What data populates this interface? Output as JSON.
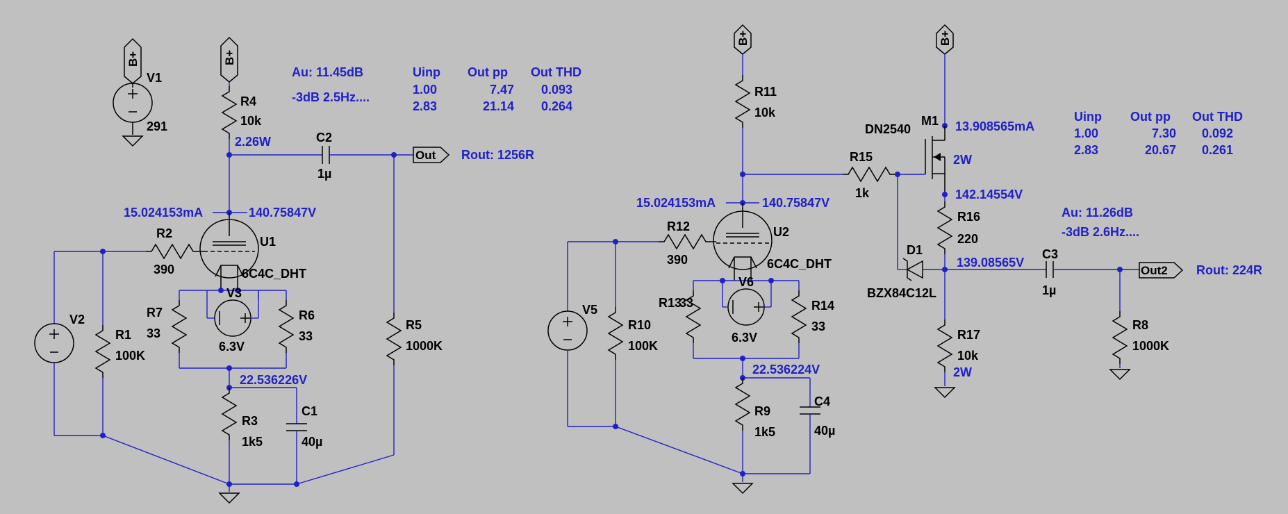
{
  "stage1": {
    "v1": {
      "name": "V1",
      "value": "291",
      "supply": "B+"
    },
    "r4": {
      "name": "R4",
      "value": "10k",
      "power": "2.26W",
      "supply": "B+"
    },
    "c2": {
      "name": "C2",
      "value": "1µ"
    },
    "out": {
      "label": "Out",
      "rout": "Rout: 1256R"
    },
    "anode_current": "15.024153mA",
    "anode_voltage": "140.75847V",
    "r2": {
      "name": "R2",
      "value": "390"
    },
    "u1": {
      "name": "U1",
      "model": "6C4C_DHT"
    },
    "v3": {
      "name": "V3",
      "value": "6.3V"
    },
    "r7": {
      "name": "R7",
      "value": "33"
    },
    "r6": {
      "name": "R6",
      "value": "33"
    },
    "v2": {
      "name": "V2"
    },
    "r1": {
      "name": "R1",
      "value": "100K"
    },
    "r5": {
      "name": "R5",
      "value": "1000K"
    },
    "cathode_voltage": "22.536226V",
    "r3": {
      "name": "R3",
      "value": "1k5"
    },
    "c1": {
      "name": "C1",
      "value": "40µ"
    },
    "gain": {
      "au": "Au: 11.45dB",
      "bw": "-3dB 2.5Hz...."
    },
    "table": {
      "headers": [
        "Uinp",
        "Out pp",
        "Out THD"
      ],
      "rows": [
        [
          "1.00",
          "7.47",
          "0.093"
        ],
        [
          "2.83",
          "21.14",
          "0.264"
        ]
      ]
    }
  },
  "stage2": {
    "r11": {
      "name": "R11",
      "value": "10k",
      "supply": "B+"
    },
    "anode_current": "15.024153mA",
    "anode_voltage": "140.75847V",
    "r12": {
      "name": "R12",
      "value": "390"
    },
    "u2": {
      "name": "U2",
      "model": "6C4C_DHT"
    },
    "v6": {
      "name": "V6",
      "value": "6.3V"
    },
    "r13": {
      "name": "R13",
      "value": "33"
    },
    "r14": {
      "name": "R14",
      "value": "33"
    },
    "v5": {
      "name": "V5"
    },
    "r10": {
      "name": "R10",
      "value": "100K"
    },
    "cathode_voltage": "22.536224V",
    "r9": {
      "name": "R9",
      "value": "1k5"
    },
    "c4": {
      "name": "C4",
      "value": "40µ"
    },
    "r15": {
      "name": "R15",
      "value": "1k"
    },
    "m1": {
      "name": "M1",
      "model": "DN2540",
      "power": "2W",
      "current": "13.908565mA",
      "supply": "B+"
    },
    "source_voltage": "142.14554V",
    "r16": {
      "name": "R16",
      "value": "220"
    },
    "d1": {
      "name": "D1",
      "model": "BZX84C12L"
    },
    "out_node_voltage": "139.08565V",
    "r17": {
      "name": "R17",
      "value": "10k",
      "power": "2W"
    },
    "c3": {
      "name": "C3",
      "value": "1µ"
    },
    "out": {
      "label": "Out2",
      "rout": "Rout: 224R"
    },
    "r8": {
      "name": "R8",
      "value": "1000K"
    },
    "gain": {
      "au": "Au: 11.26dB",
      "bw": "-3dB 2.6Hz...."
    },
    "table": {
      "headers": [
        "Uinp",
        "Out pp",
        "Out THD"
      ],
      "rows": [
        [
          "1.00",
          "7.30",
          "0.092"
        ],
        [
          "2.83",
          "20.67",
          "0.261"
        ]
      ]
    }
  },
  "colors": {
    "background": "#c0c0c0",
    "wire": "#2020c8",
    "component": "#000000"
  },
  "icons": [
    "voltage-source-icon",
    "resistor-icon",
    "capacitor-icon",
    "triode-icon",
    "mosfet-icon",
    "zener-diode-icon",
    "ground-icon",
    "supply-flag-icon",
    "output-port-icon"
  ]
}
